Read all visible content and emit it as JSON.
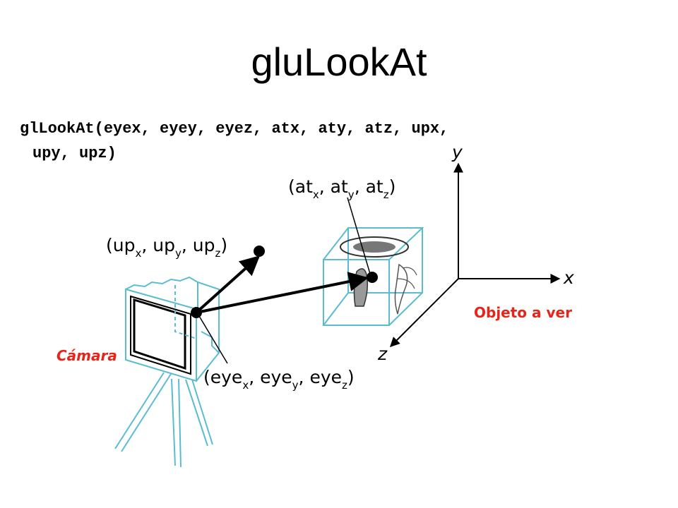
{
  "title": "gluLookAt",
  "code": {
    "line1": "glLookAt(eyex, eyey, eyez, atx, aty, atz, upx,",
    "line2": "upy, upz)"
  },
  "diagram": {
    "axes": {
      "y": "y",
      "x": "x",
      "z": "z"
    },
    "at_label": {
      "open": "(at",
      "s1": "x",
      "m1": ", at",
      "s2": "y",
      "m2": ", at",
      "s3": "z",
      "close": ")"
    },
    "up_label": {
      "open": "(up",
      "s1": "x",
      "m1": ", up",
      "s2": "y",
      "m2": ", up",
      "s3": "z",
      "close": ")"
    },
    "eye_label": {
      "open": "(eye",
      "s1": "x",
      "m1": ", eye",
      "s2": "y",
      "m2": ", eye",
      "s3": "z",
      "close": ")"
    },
    "object_label": "Objeto a ver",
    "camera_label": "Cámara"
  },
  "colors": {
    "accent_red": "#e8241a",
    "wireframe": "#5bbcd0"
  }
}
